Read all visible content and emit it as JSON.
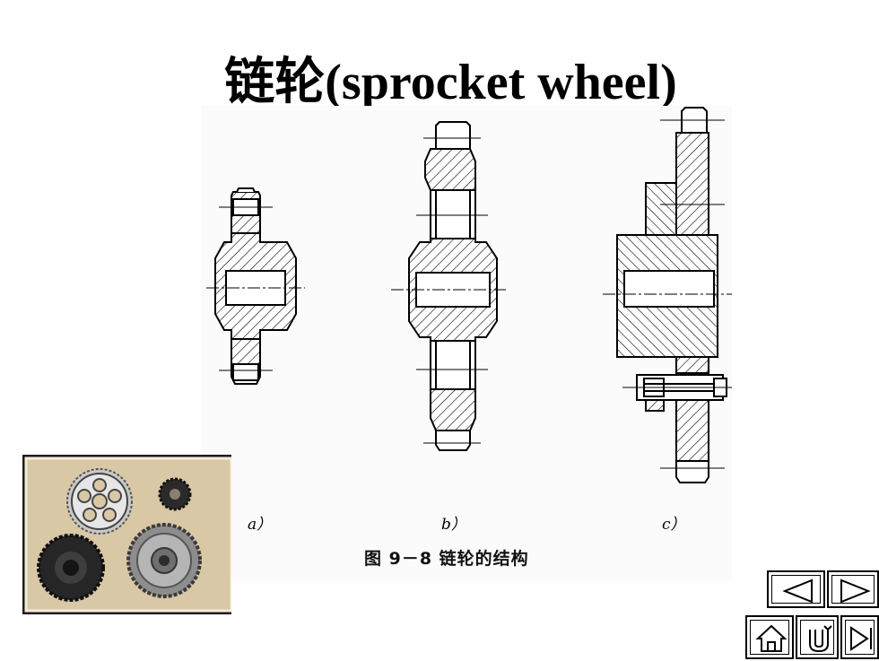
{
  "slide": {
    "title": "链轮(sprocket wheel)",
    "figure": {
      "labels": {
        "a": "a）",
        "b": "b）",
        "c": "c）"
      },
      "caption": "图 9－8   链轮的结构"
    },
    "nav": {
      "prev": "previous-slide",
      "next": "next-slide",
      "home": "home",
      "return": "return",
      "end": "last-slide"
    }
  }
}
